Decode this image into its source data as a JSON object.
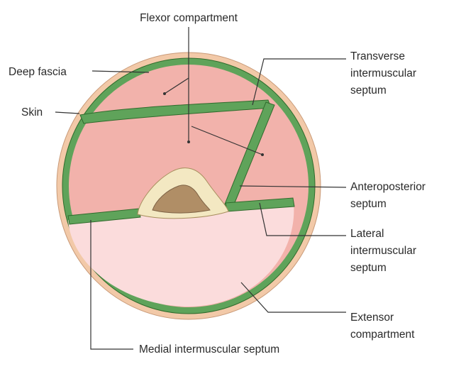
{
  "labels": {
    "flexor_compartment": "Flexor compartment",
    "deep_fascia": "Deep fascia",
    "skin": "Skin",
    "transverse": [
      "Transverse",
      "intermuscular",
      "septum"
    ],
    "anteroposterior": [
      "Anteroposterior",
      "septum"
    ],
    "lateral": [
      "Lateral",
      "intermuscular",
      "septum"
    ],
    "extensor": [
      "Extensor",
      "compartment"
    ],
    "medial": "Medial intermuscular septum"
  },
  "colors": {
    "skin": "#f2c9a8",
    "fascia": "#5fa35a",
    "fascia_outline": "#2f6b2c",
    "flexor": "#f2b2ab",
    "extensor": "#fbdcdc",
    "bone_outer": "#f3e8c2",
    "bone_inner": "#b08e66"
  }
}
